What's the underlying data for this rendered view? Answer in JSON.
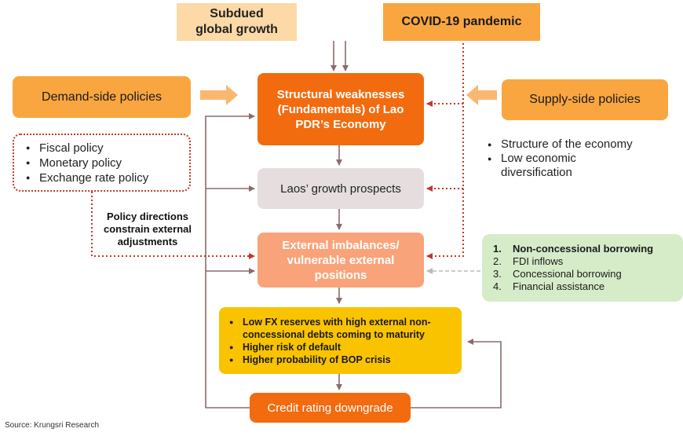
{
  "top_boxes": {
    "global_growth": "Subdued global growth",
    "covid": "COVID-19 pandemic"
  },
  "side_boxes": {
    "demand": "Demand-side policies",
    "supply": "Supply-side policies"
  },
  "demand_list": [
    "Fiscal policy",
    "Monetary policy",
    "Exchange rate policy"
  ],
  "supply_list": [
    "Structure of the economy",
    "Low economic diversification"
  ],
  "policy_note": "Policy directions constrain external adjustments",
  "center": {
    "structural": "Structural weaknesses (Fundamentals) of Lao PDR’s Economy",
    "prospects": "Laos’ growth prospects",
    "external": "External imbalances/ vulnerable external positions",
    "credit": "Credit rating downgrade"
  },
  "risks": [
    "Low FX reserves with high external non-concessional debts coming to maturity",
    "Higher risk of default",
    "Higher probability of BOP crisis"
  ],
  "financing": [
    {
      "num": "1.",
      "label": "Non-concessional borrowing"
    },
    {
      "num": "2.",
      "label": "FDI inflows"
    },
    {
      "num": "3.",
      "label": "Concessional borrowing"
    },
    {
      "num": "4.",
      "label": "Financial assistance"
    }
  ],
  "source": "Source:  Krungsri Research",
  "colors": {
    "main_orange": "#f26b0f",
    "light_orange": "#f9a640",
    "pale_orange": "#fcd9a6",
    "grey_box": "#e6dede",
    "ext_box": "#f9a37a",
    "yellow_box": "#f9c300",
    "green_box": "#d6ecc9",
    "connector": "#b98a8a",
    "dotted_red": "#c0392b"
  }
}
